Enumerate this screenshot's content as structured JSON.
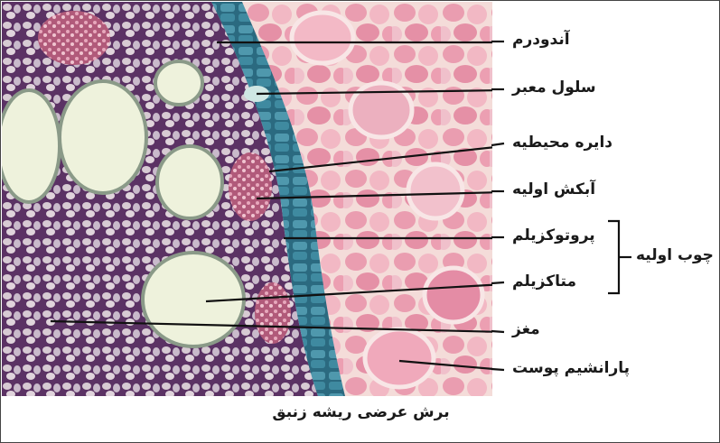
{
  "labels": {
    "endodermis": "آندودرم",
    "passage_cell": "سلول معبر",
    "pericycle": "دایره محیطیه",
    "primary_phloem": "آبکش اولیه",
    "protoxylem": "پروتوکزیلم",
    "metaxylem": "متاکزیلم",
    "pith": "مغز",
    "cortex_parenchyma": "پارانشیم پوست",
    "primary_xylem": "چوب اولیه"
  },
  "caption": "برش عرضی ریشه زنبق",
  "colors": {
    "cortex": "#e79aa8",
    "cortex_wall": "#f6e3e1",
    "endodermis": "#2d6f86",
    "stele": "#6a3f73",
    "phloem": "#c9708c",
    "xylem": "#eef2dc",
    "leader": "#111111"
  }
}
